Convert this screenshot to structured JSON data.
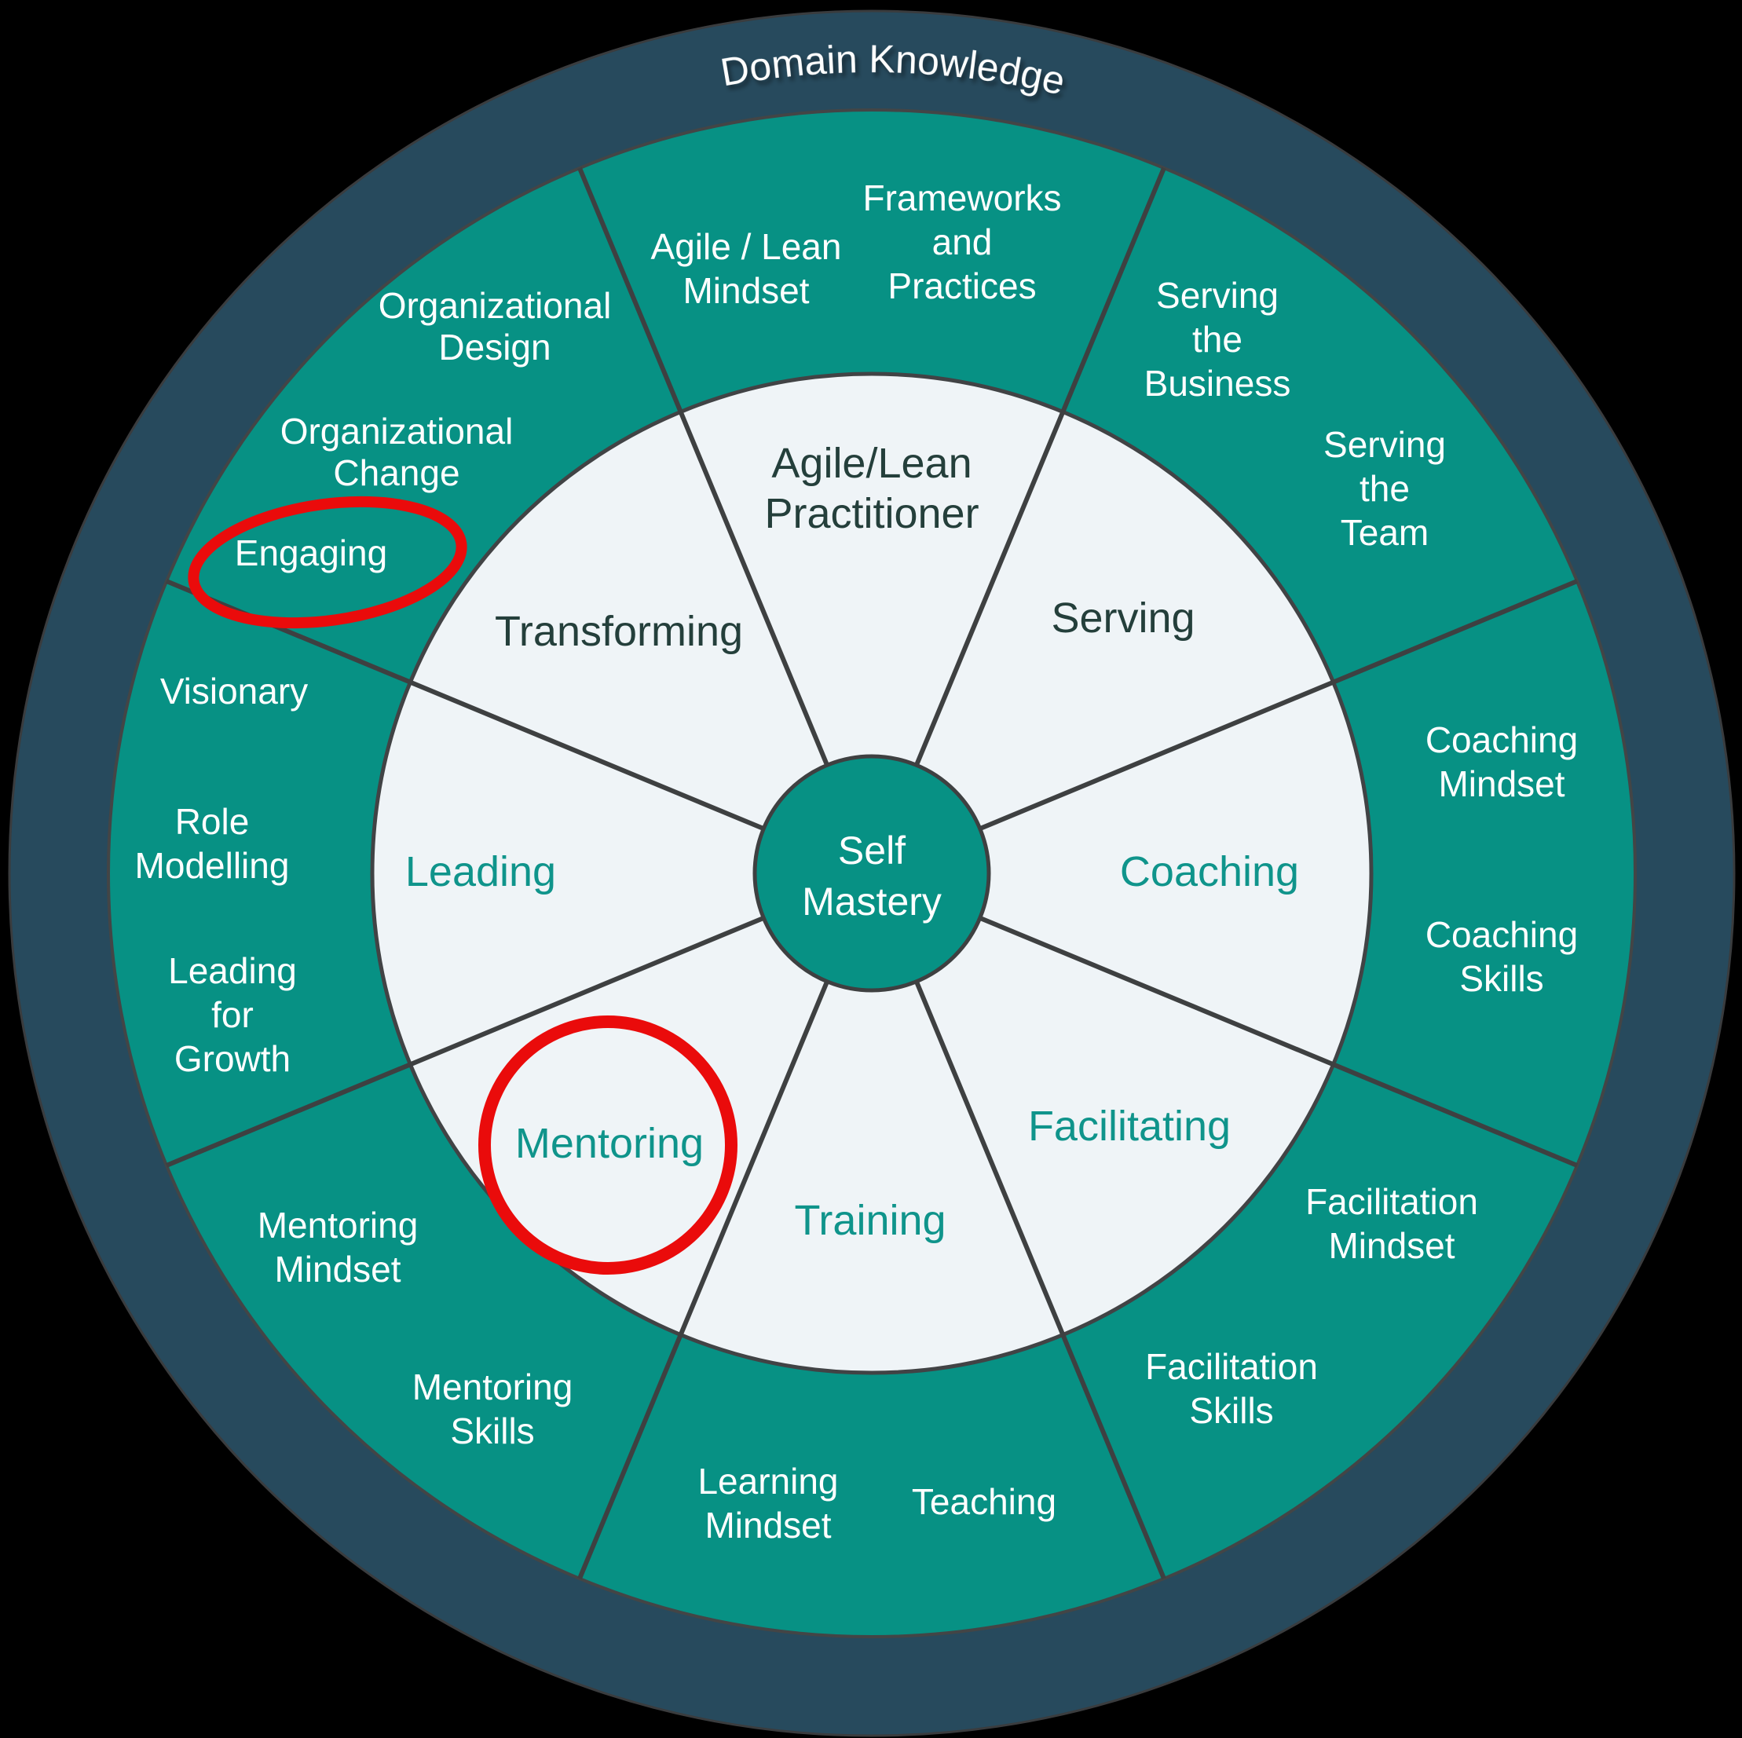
{
  "diagram": {
    "outer_ring_title": "Domain Knowledge",
    "hub": {
      "lines": [
        "Self",
        "Mastery"
      ]
    },
    "inner_sectors": [
      {
        "id": "agile-lean-practitioner",
        "label": "Agile/Lean Practitioner",
        "lines": [
          "Agile/Lean",
          "Practitioner"
        ],
        "text_color": "dark"
      },
      {
        "id": "serving",
        "label": "Serving",
        "lines": [
          "Serving"
        ],
        "text_color": "dark"
      },
      {
        "id": "coaching",
        "label": "Coaching",
        "lines": [
          "Coaching"
        ],
        "text_color": "teal"
      },
      {
        "id": "facilitating",
        "label": "Facilitating",
        "lines": [
          "Facilitating"
        ],
        "text_color": "teal"
      },
      {
        "id": "training",
        "label": "Training",
        "lines": [
          "Training"
        ],
        "text_color": "teal"
      },
      {
        "id": "mentoring",
        "label": "Mentoring",
        "lines": [
          "Mentoring"
        ],
        "text_color": "teal",
        "annotation": "red-circle"
      },
      {
        "id": "leading",
        "label": "Leading",
        "lines": [
          "Leading"
        ],
        "text_color": "teal"
      },
      {
        "id": "transforming",
        "label": "Transforming",
        "lines": [
          "Transforming"
        ],
        "text_color": "dark"
      }
    ],
    "outer_ring_labels": [
      {
        "id": "agile-lean-mindset",
        "lines": [
          "Agile / Lean",
          "Mindset"
        ]
      },
      {
        "id": "frameworks-and-practices",
        "lines": [
          "Frameworks",
          "and",
          "Practices"
        ]
      },
      {
        "id": "serving-the-business",
        "lines": [
          "Serving",
          "the",
          "Business"
        ]
      },
      {
        "id": "serving-the-team",
        "lines": [
          "Serving",
          "the",
          "Team"
        ]
      },
      {
        "id": "coaching-mindset",
        "lines": [
          "Coaching",
          "Mindset"
        ]
      },
      {
        "id": "coaching-skills",
        "lines": [
          "Coaching",
          "Skills"
        ]
      },
      {
        "id": "facilitation-mindset",
        "lines": [
          "Facilitation",
          "Mindset"
        ]
      },
      {
        "id": "facilitation-skills",
        "lines": [
          "Facilitation",
          "Skills"
        ]
      },
      {
        "id": "teaching",
        "lines": [
          "Teaching"
        ]
      },
      {
        "id": "learning-mindset",
        "lines": [
          "Learning",
          "Mindset"
        ]
      },
      {
        "id": "mentoring-skills",
        "lines": [
          "Mentoring",
          "Skills"
        ]
      },
      {
        "id": "mentoring-mindset",
        "lines": [
          "Mentoring",
          "Mindset"
        ]
      },
      {
        "id": "leading-for-growth",
        "lines": [
          "Leading",
          "for",
          "Growth"
        ]
      },
      {
        "id": "role-modelling",
        "lines": [
          "Role",
          "Modelling"
        ]
      },
      {
        "id": "visionary",
        "lines": [
          "Visionary"
        ]
      },
      {
        "id": "engaging",
        "lines": [
          "Engaging"
        ]
      },
      {
        "id": "organizational-change",
        "lines": [
          "Organizational",
          "Change"
        ]
      },
      {
        "id": "organizational-design",
        "lines": [
          "Organizational",
          "Design"
        ]
      }
    ],
    "annotations": [
      {
        "type": "ellipse",
        "target": "Engaging",
        "color": "#EA0B0B"
      },
      {
        "type": "circle",
        "target": "Mentoring",
        "color": "#EA0B0B"
      }
    ],
    "colors": {
      "background": "#000000",
      "outer_ring": "#274A5D",
      "middle_ring_teal": "#079184",
      "inner_circle": "#EFF4F7",
      "hub_teal": "#079184",
      "dark_text": "#243F3B",
      "teal_text": "#0F948B",
      "white_text": "#FFFFFF",
      "divider_line": "#3E4041",
      "annotation_red": "#EA0B0B"
    }
  }
}
